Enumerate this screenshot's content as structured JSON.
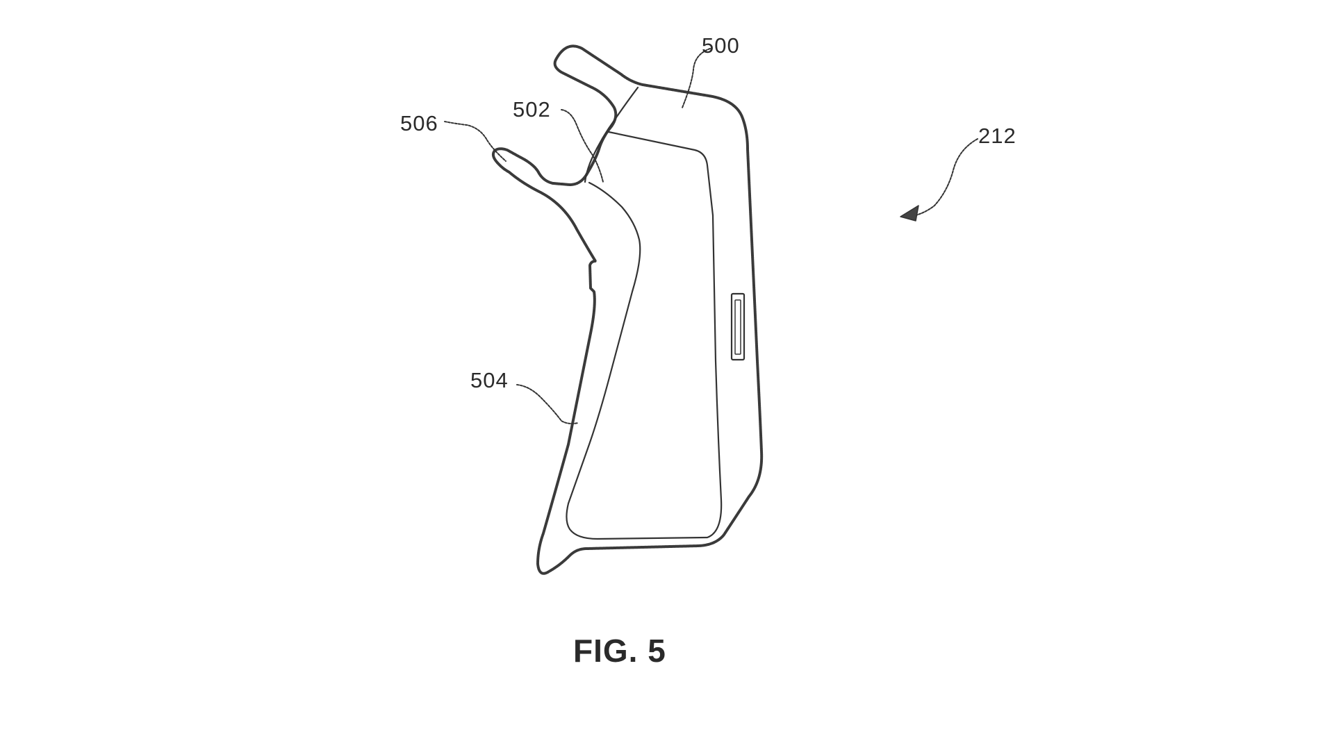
{
  "figure": {
    "caption": "FIG. 5"
  },
  "reference_labels": {
    "label_500": "500",
    "label_502": "502",
    "label_504": "504",
    "label_506": "506",
    "label_212": "212"
  },
  "colors": {
    "line": "#333333",
    "background": "#ffffff"
  }
}
